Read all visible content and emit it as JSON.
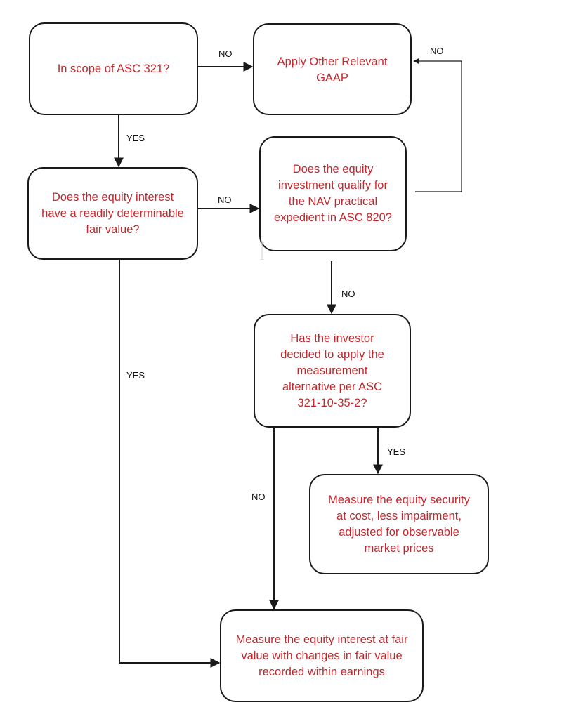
{
  "diagram": {
    "nodes": {
      "scope": {
        "text": "In scope of ASC 321?"
      },
      "other_gaap": {
        "text": "Apply Other Relevant GAAP"
      },
      "readily_fv": {
        "text": "Does the equity interest have a readily determinable fair value?"
      },
      "nav": {
        "text": "Does the equity investment qualify for the NAV practical expedient in ASC 820?"
      },
      "measurement_alt": {
        "text": "Has the investor decided to apply the measurement alternative per ASC 321-10-35-2?"
      },
      "cost_less_impairment": {
        "text": "Measure the equity security at cost, less impairment, adjusted for observable market prices"
      },
      "fair_value": {
        "text": "Measure the equity interest at fair value with changes in fair value recorded within earnings"
      }
    },
    "edges": {
      "scope_to_other": {
        "label": "NO"
      },
      "scope_to_readily": {
        "label": "YES"
      },
      "nav_to_other": {
        "label": "NO"
      },
      "readily_to_nav": {
        "label": "NO"
      },
      "nav_to_measurement": {
        "label": "NO"
      },
      "readily_to_fair": {
        "label": "YES"
      },
      "measurement_to_cost": {
        "label": "YES"
      },
      "measurement_to_fair": {
        "label": "NO"
      }
    },
    "colors": {
      "node_text": "#c0282d",
      "stroke": "#1a1a1a"
    }
  }
}
